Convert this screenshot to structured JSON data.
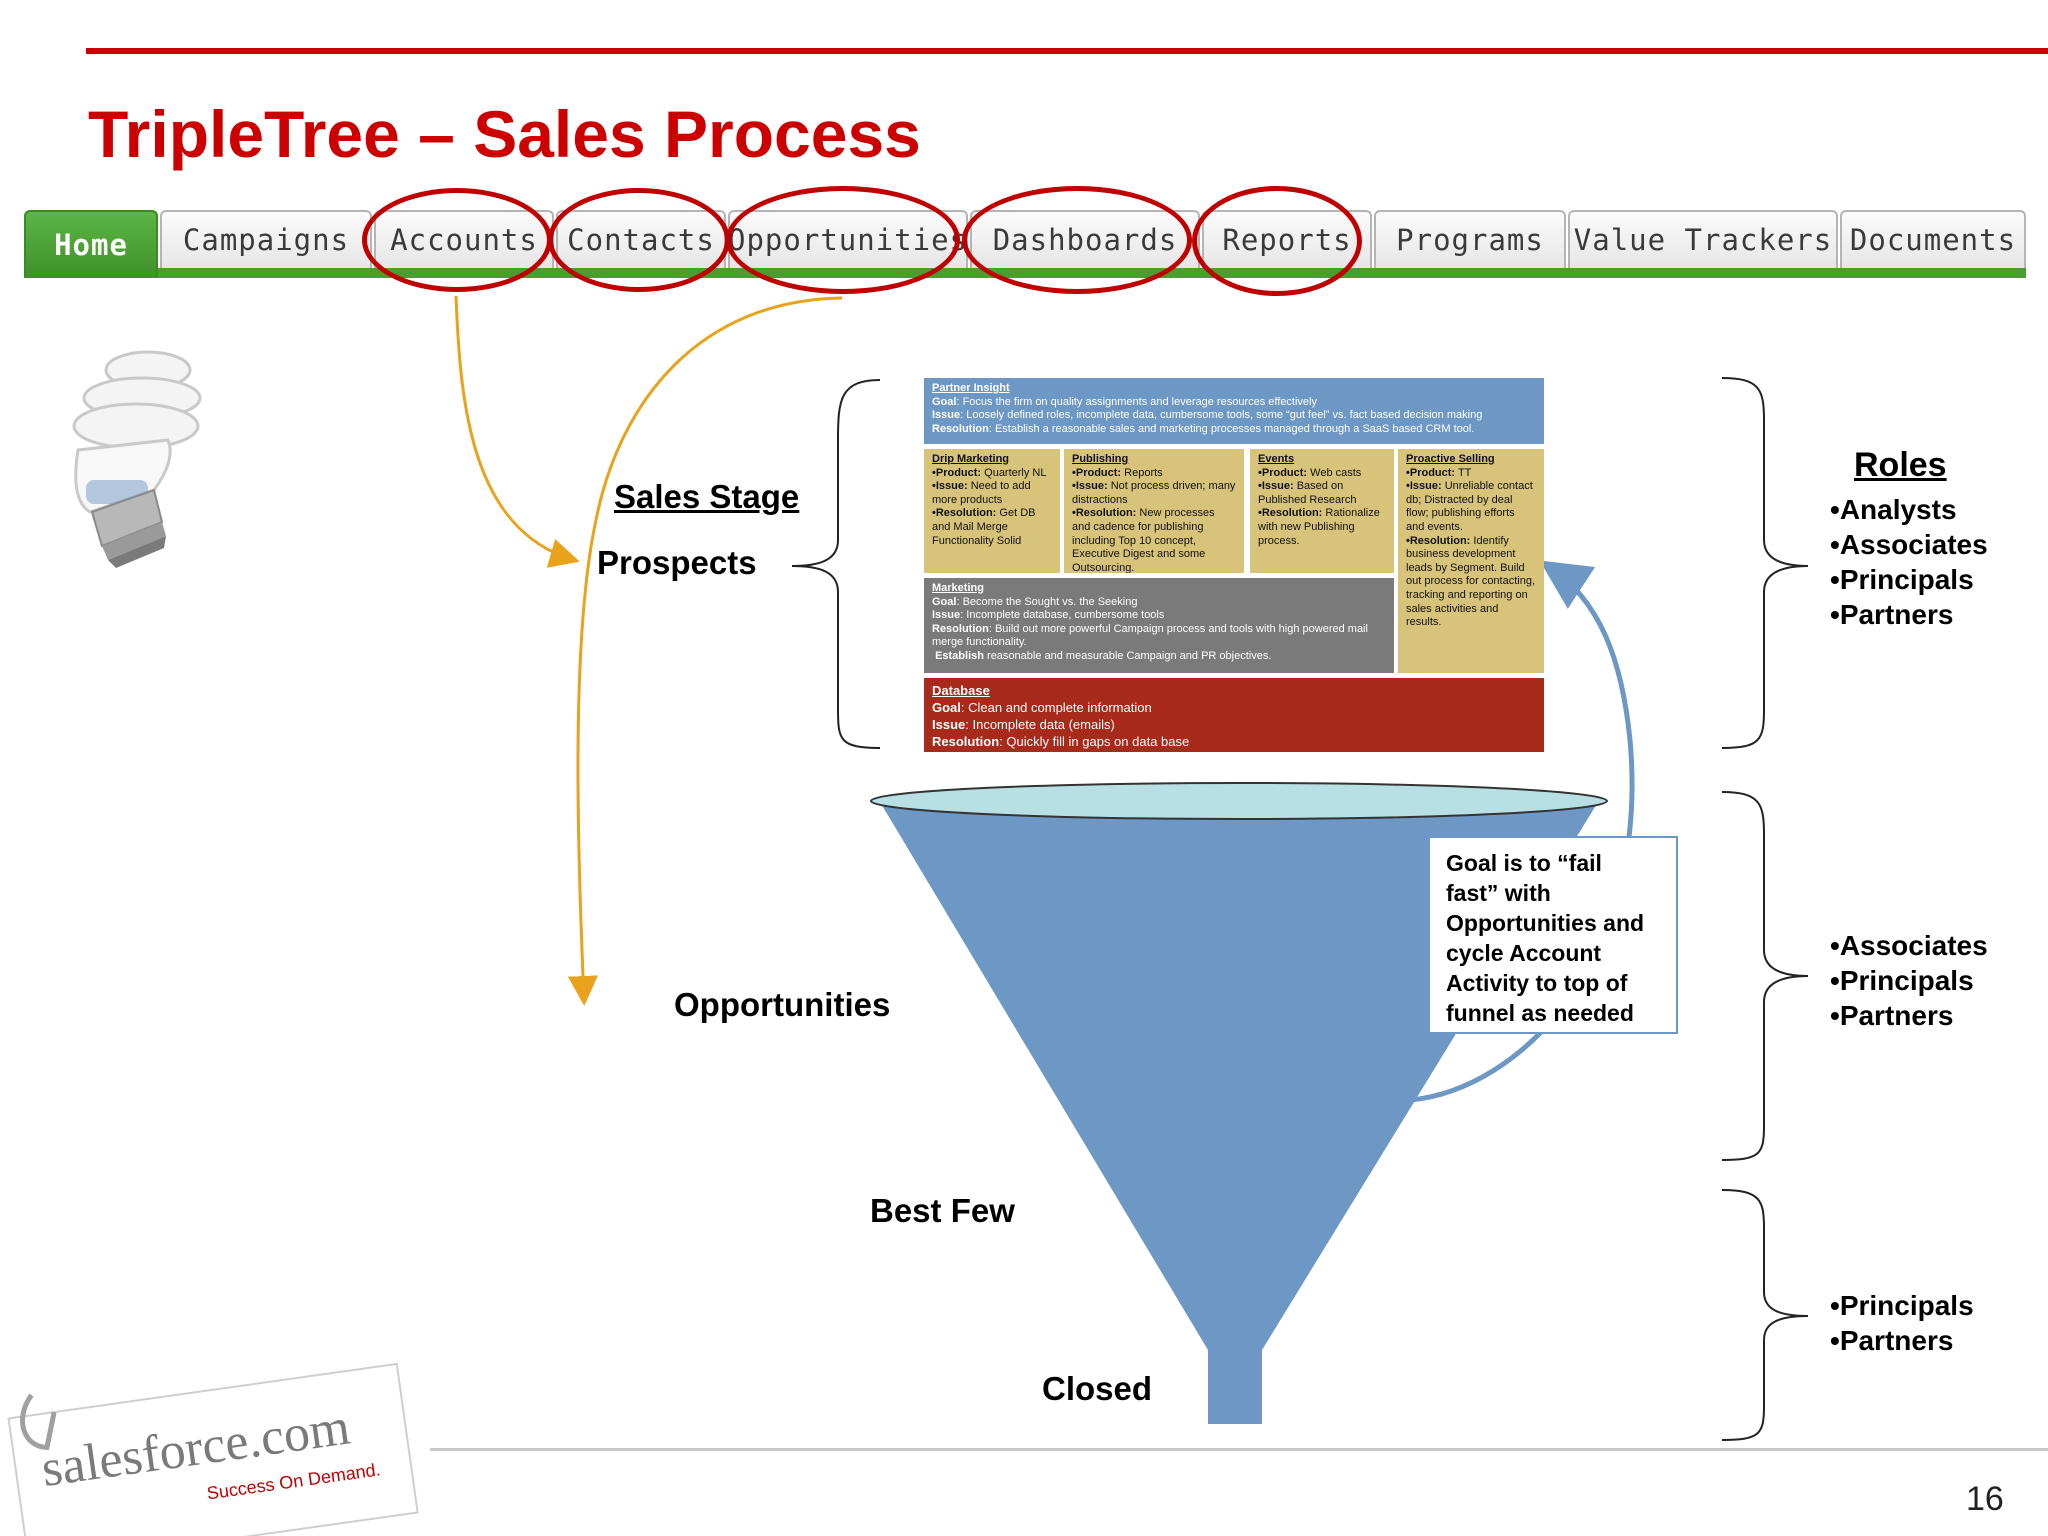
{
  "slide": {
    "title": "TripleTree – Sales Process",
    "page_number": "16"
  },
  "tabs": [
    {
      "label": "Home",
      "active": true
    },
    {
      "label": "Campaigns"
    },
    {
      "label": "Accounts",
      "circled": true
    },
    {
      "label": "Contacts",
      "circled": true
    },
    {
      "label": "Opportunities",
      "circled": true
    },
    {
      "label": "Dashboards",
      "circled": true
    },
    {
      "label": "Reports",
      "circled": true
    },
    {
      "label": "Programs"
    },
    {
      "label": "Value Trackers"
    },
    {
      "label": "Documents"
    }
  ],
  "stages": {
    "sales_stage_label": "Sales Stage",
    "prospects": "Prospects",
    "opportunities": "Opportunities",
    "best_few": "Best Few",
    "closed": "Closed"
  },
  "boxes": {
    "partner_insight": {
      "title": "Partner Insight",
      "goal_label": "Goal",
      "goal": "Focus the firm on quality assignments and leverage resources effectively",
      "issue_label": "Issue",
      "issue": "Loosely defined roles, incomplete data, cumbersome tools, some “gut feel” vs. fact based decision making",
      "resolution_label": "Resolution",
      "resolution": "Establish a reasonable sales and marketing processes managed through a SaaS based CRM tool."
    },
    "drip_marketing": {
      "title": "Drip Marketing",
      "product_label": "•Product:",
      "product": "Quarterly NL",
      "issue_label": "•Issue:",
      "issue": "Need to add more products",
      "resolution_label": "•Resolution:",
      "resolution": "Get DB and Mail Merge Functionality Solid"
    },
    "publishing": {
      "title": "Publishing",
      "product_label": "•Product:",
      "product": "Reports",
      "issue_label": "•Issue:",
      "issue": "Not process driven; many distractions",
      "resolution_label": "•Resolution:",
      "resolution": "New processes and cadence for publishing including Top 10 concept, Executive Digest and some Outsourcing."
    },
    "events": {
      "title": "Events",
      "product_label": "•Product:",
      "product": "Web casts",
      "issue_label": "•Issue:",
      "issue": "Based on Published Research",
      "resolution_label": "•Resolution:",
      "resolution": "Rationalize with new Publishing process."
    },
    "proactive_selling": {
      "title": "Proactive Selling",
      "product_label": "•Product:",
      "product": "TT",
      "issue_label": "•Issue:",
      "issue": "Unreliable contact db; Distracted by deal flow; publishing efforts and events.",
      "resolution_label": "•Resolution:",
      "resolution": "Identify business development leads by Segment. Build out process for contacting, tracking and reporting on sales activities and results."
    },
    "marketing": {
      "title": "Marketing",
      "goal_label": "Goal",
      "goal": "Become the Sought vs. the Seeking",
      "issue_label": "Issue",
      "issue": "Incomplete database, cumbersome tools",
      "resolution_label": "Resolution",
      "resolution": "Build out more powerful Campaign process and tools with high powered mail merge functionality.",
      "establish_label": "Establish",
      "establish": "reasonable and measurable Campaign and PR objectives."
    },
    "database": {
      "title": "Database",
      "goal_label": "Goal",
      "goal": "Clean and complete information",
      "issue_label": "Issue",
      "issue": "Incomplete data (emails)",
      "resolution_label": "Resolution",
      "resolution": "Quickly fill in gaps on data base"
    }
  },
  "goal_note": "Goal is to “fail fast” with Opportunities and cycle Account Activity to top of funnel as needed",
  "roles": {
    "title": "Roles",
    "group1": [
      "Analysts",
      "Associates",
      "Principals",
      "Partners"
    ],
    "group2": [
      "Associates",
      "Principals",
      "Partners"
    ],
    "group3": [
      "Principals",
      "Partners"
    ]
  },
  "logo": {
    "brand": "salesforce.com",
    "tagline": "Success On Demand."
  },
  "colors": {
    "title_red": "#cc0000",
    "tab_green": "#4a9e2f",
    "funnel_blue": "#6d97c4",
    "funnel_rim": "#b8e0e4",
    "arrow_orange": "#e8a21c",
    "box_tan": "#d8c37b",
    "box_gray": "#7a7a7a",
    "box_red": "#a82a1a"
  }
}
